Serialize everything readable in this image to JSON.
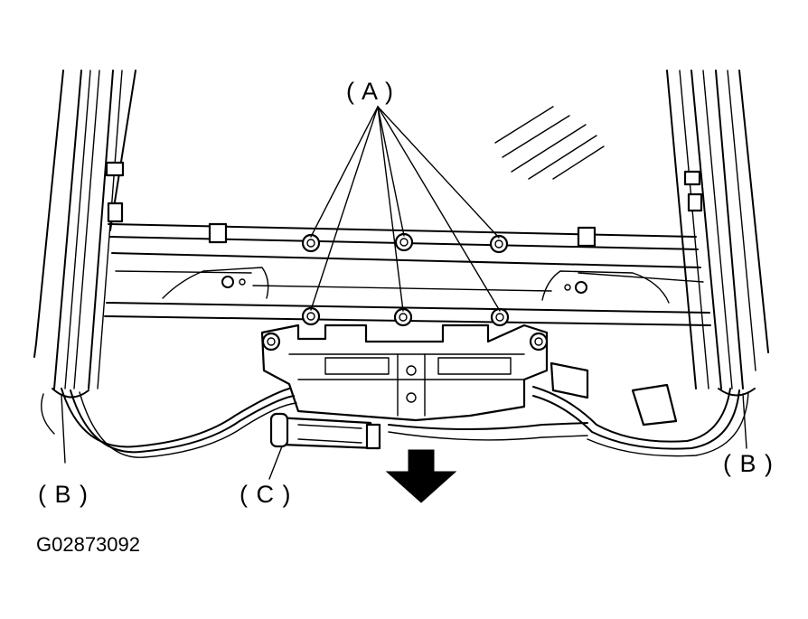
{
  "labels": {
    "a": "( A )",
    "b_left": "( B )",
    "b_right": "( B )",
    "c": "( C )"
  },
  "figure_code": "G02873092",
  "colors": {
    "line": "#000000",
    "background": "#ffffff"
  }
}
